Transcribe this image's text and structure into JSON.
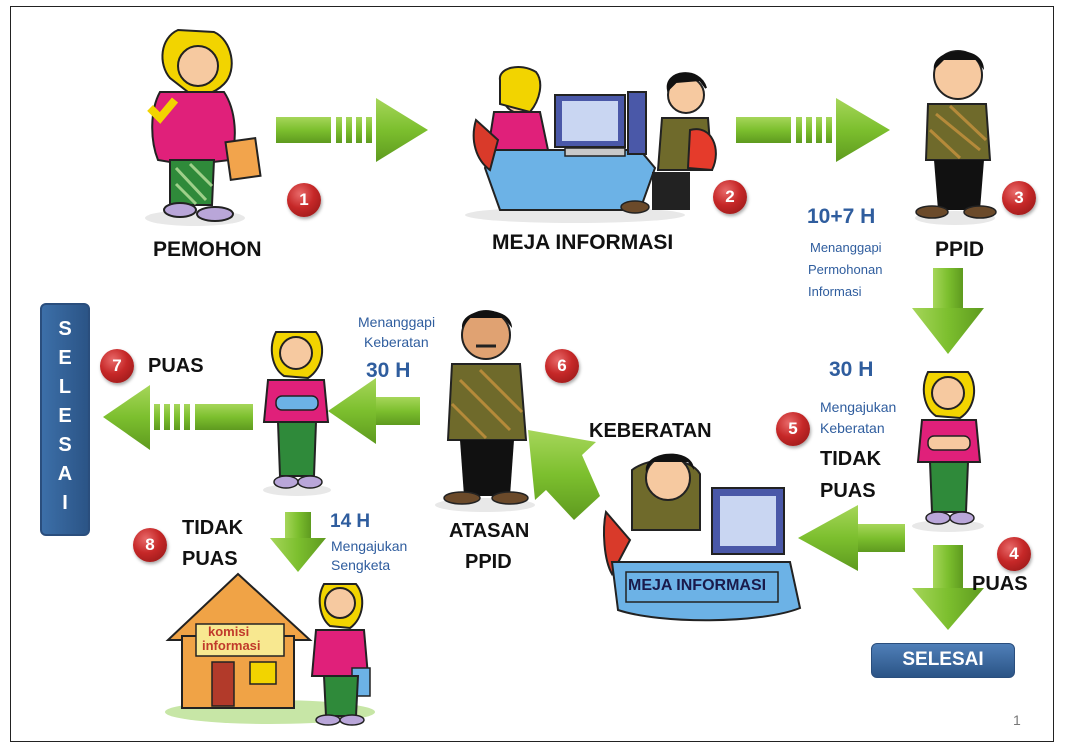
{
  "nodes": {
    "pemohon": "PEMOHON",
    "meja_informasi": "MEJA INFORMASI",
    "ppid": "PPID",
    "atasan_line1": "ATASAN",
    "atasan_line2": "PPID",
    "keberatan": "KEBERATAN",
    "puas_left": "PUAS",
    "puas_right": "PUAS",
    "tidak_puas_left_1": "TIDAK",
    "tidak_puas_left_2": "PUAS",
    "tidak_puas_right_1": "TIDAK",
    "tidak_puas_right_2": "PUAS",
    "meja_sign": "MEJA INFORMASI",
    "komisi_line1": "komisi",
    "komisi_line2": "informasi"
  },
  "steps": [
    "1",
    "2",
    "3",
    "4",
    "5",
    "6",
    "7",
    "8"
  ],
  "timings": {
    "ppid_days": "10+7 H",
    "ppid_note_1": "Menanggapi",
    "ppid_note_2": "Permohonan",
    "ppid_note_3": "Informasi",
    "objection_days": "30 H",
    "objection_note_1": "Mengajukan",
    "objection_note_2": "Keberatan",
    "response_days": "30 H",
    "response_note_1": "Menanggapi",
    "response_note_2": "Keberatan",
    "dispute_days": "14 H",
    "dispute_note_1": "Mengajukan",
    "dispute_note_2": "Sengketa"
  },
  "end_vertical": [
    "S",
    "E",
    "L",
    "E",
    "S",
    "A",
    "I"
  ],
  "end_horizontal": "SELESAI",
  "page_number": "1",
  "colors": {
    "arrow_green": "#7cbf2e",
    "badge_red": "#c62828",
    "box_blue": "#2b5486",
    "text_blue": "#2f5d9e"
  }
}
